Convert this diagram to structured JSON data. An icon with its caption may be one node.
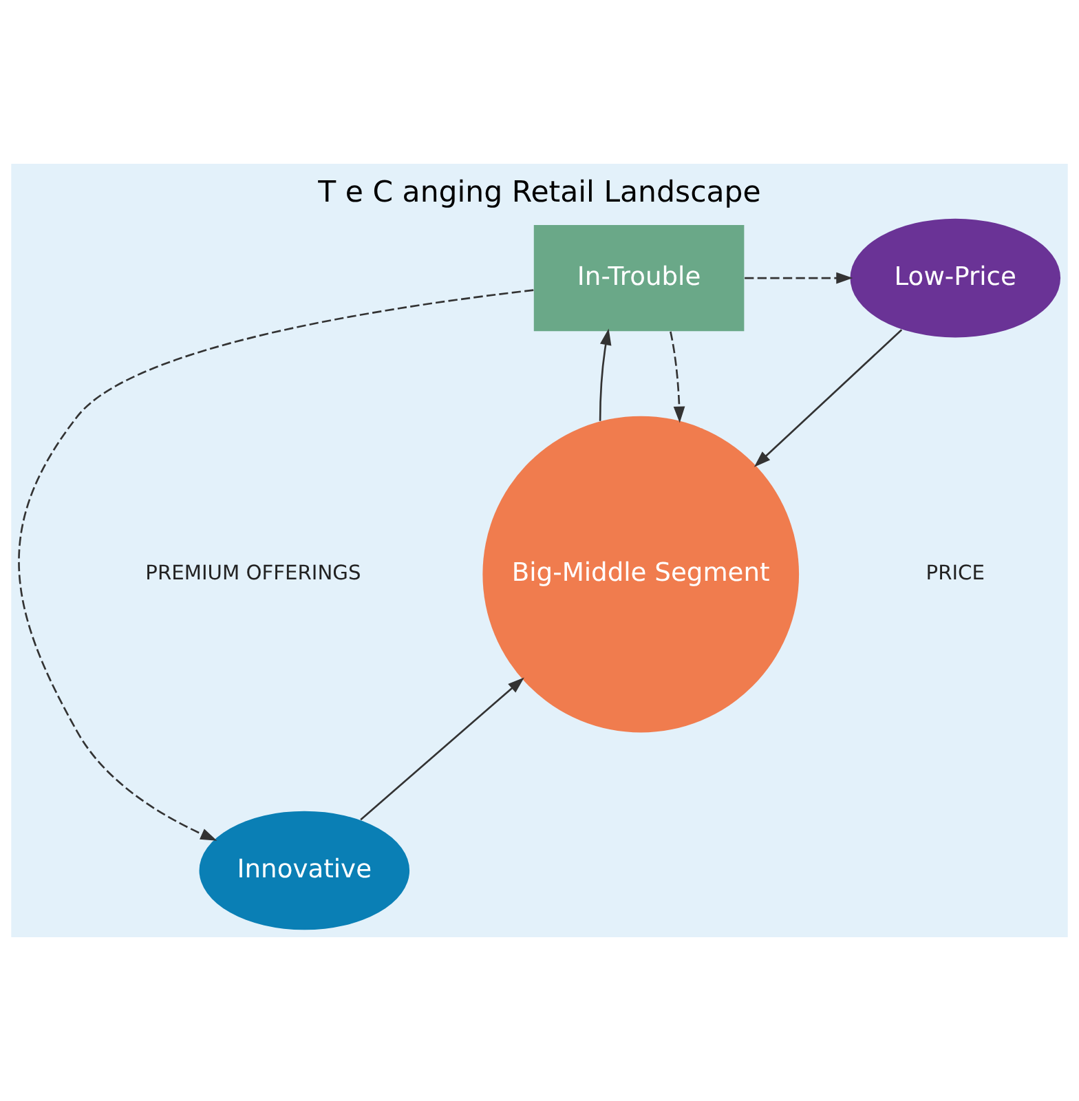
{
  "diagram": {
    "title": "T e C anging Retail Landscape",
    "nodes": [
      {
        "text": [
          "Innovative"
        ]
      },
      {
        "text": [
          "Big-Middle Segment"
        ]
      },
      {
        "text": [
          "Low-Price"
        ]
      },
      {
        "text": [
          "In-Trouble"
        ]
      }
    ],
    "edges": [
      {
        "from": 0,
        "to": 1,
        "arrow": "to"
      },
      {
        "from": 2,
        "to": 1,
        "arrow": "to"
      },
      {
        "from": 1,
        "to": 3,
        "arrow": "to"
      },
      {
        "from": 3,
        "to": 1,
        "arrow": "to",
        "style": "dashed"
      },
      {
        "from": 3,
        "to": 0,
        "arrow": "to",
        "style": "dashed"
      },
      {
        "from": 3,
        "to": 2,
        "arrow": "to",
        "style": "dashed"
      }
    ],
    "labels": [
      "PREMIUM OFFERINGS",
      "PRICE"
    ]
  }
}
